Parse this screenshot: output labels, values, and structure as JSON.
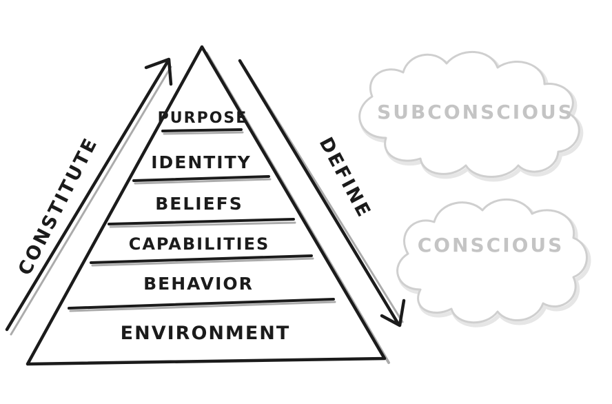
{
  "pyramid": {
    "levels": [
      "PURPOSE",
      "IDENTITY",
      "BELIEFS",
      "CAPABILITIES",
      "BEHAVIOR",
      "ENVIRONMENT"
    ]
  },
  "arrows": {
    "left_label": "CONSTITUTE",
    "right_label": "DEFINE"
  },
  "clouds": {
    "top_label": "SUBCONSCIOUS",
    "bottom_label": "CONSCIOUS"
  },
  "colors": {
    "ink": "#1b1b1b",
    "shadow": "#9c9c9c",
    "cloud_text": "#c4c4c4",
    "cloud_outline": "#cfcfcf"
  }
}
